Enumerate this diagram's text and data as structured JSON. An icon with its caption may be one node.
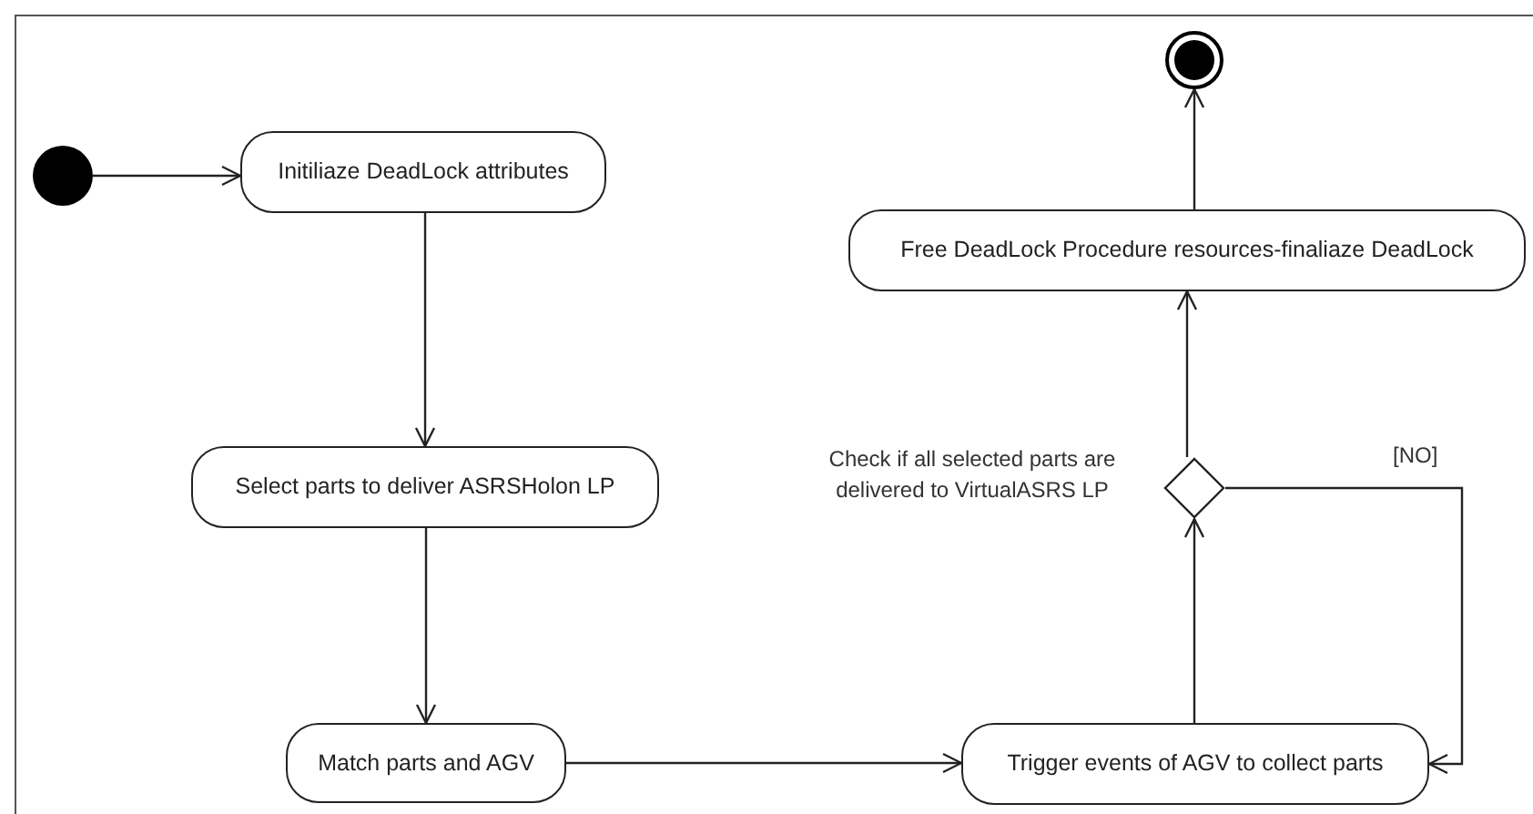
{
  "diagram": {
    "nodes": [
      {
        "text": [],
        "shape": "circle"
      },
      {
        "text": [
          "Initiliaze DeadLock attributes"
        ]
      },
      {
        "text": [
          "Select parts to deliver ASRSHolon LP"
        ]
      },
      {
        "text": [
          "Match parts and AGV"
        ]
      },
      {
        "text": [
          "Trigger events of AGV to collect parts"
        ]
      },
      {
        "text": [],
        "shape": "diamond",
        "beside": [
          "Check if all selected parts are delivered to VirtualASRS LP"
        ]
      },
      {
        "text": [
          "Free DeadLock Procedure resources-finaliaze DeadLock"
        ]
      },
      {
        "text": [],
        "shape": "circle"
      }
    ],
    "edges": [
      {
        "from": 0,
        "to": 1,
        "arrow": "to"
      },
      {
        "from": 1,
        "to": 2,
        "arrow": "to"
      },
      {
        "from": 2,
        "to": 3,
        "arrow": "to"
      },
      {
        "from": 3,
        "to": 4,
        "arrow": "to"
      },
      {
        "from": 4,
        "to": 5,
        "arrow": "to"
      },
      {
        "from": 5,
        "to": 6,
        "arrow": "to"
      },
      {
        "from": 5,
        "to": 4,
        "arrow": "to",
        "label": "[NO]"
      },
      {
        "from": 6,
        "to": 7,
        "arrow": "to"
      }
    ]
  }
}
